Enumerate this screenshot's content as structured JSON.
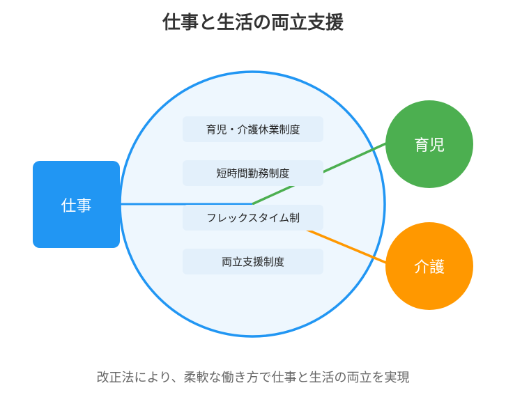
{
  "title": "仕事と生活の両立支援",
  "work_label": "仕事",
  "nodes": {
    "childcare": "育児",
    "nursing": "介護"
  },
  "systems": [
    "育児・介護休業制度",
    "短時間勤務制度",
    "フレックスタイム制",
    "両立支援制度"
  ],
  "caption": "改正法により、柔軟な働き方で仕事と生活の両立を実現",
  "colors": {
    "blue": "#2196f3",
    "green": "#4caf50",
    "orange": "#ff9800",
    "circle_fill": "#eef7fe",
    "box_fill": "#e3f0fb"
  }
}
